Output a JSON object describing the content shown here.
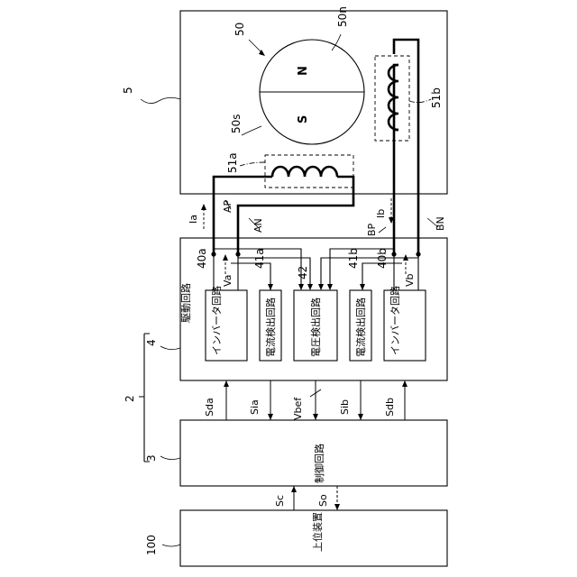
{
  "refs": {
    "motor": "5",
    "system": "2",
    "drive": "4",
    "control": "3",
    "host": "100",
    "magnet": "50",
    "north": "50n",
    "south": "50s",
    "coil_a": "51a",
    "coil_b": "51b",
    "inv_a": "40a",
    "cur_a": "41a",
    "volt": "42",
    "cur_b": "41b",
    "inv_b": "40b"
  },
  "poles": {
    "n": "N",
    "s": "S"
  },
  "blocks": {
    "drive_title": "駆動回路",
    "inverter_a": "インバータ回路",
    "current_a": "電流検出回路",
    "voltage": "電圧検出回路",
    "current_b": "電流検出回路",
    "inverter_b": "インバータ回路",
    "control": "制御回路",
    "host": "上位装置"
  },
  "lines": {
    "ap": "AP",
    "an": "AN",
    "bp": "BP",
    "bn": "BN",
    "ia": "Ia",
    "ib": "Ib",
    "va": "Va",
    "vb": "Vb"
  },
  "signals": {
    "sda": "Sda",
    "sia": "Sia",
    "vbef": "Vbef",
    "sib": "Sib",
    "sdb": "Sdb",
    "sc": "Sc",
    "so": "So"
  }
}
